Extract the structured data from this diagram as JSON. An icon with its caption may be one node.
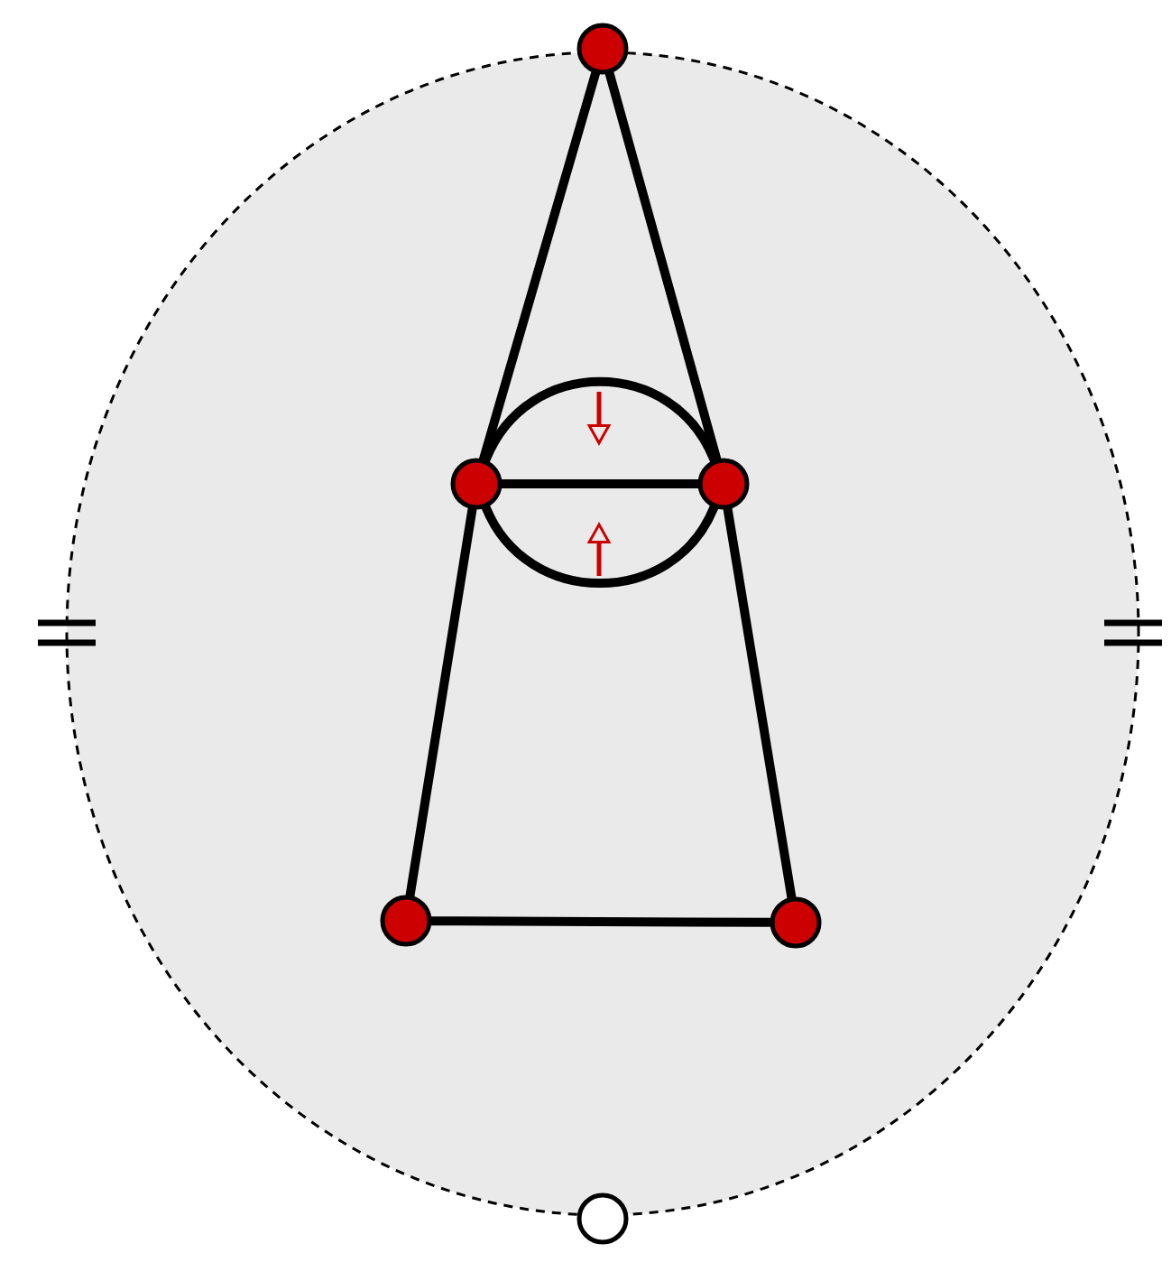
{
  "diagram": {
    "nodes": [
      {
        "text": [],
        "shape": "circle"
      },
      {
        "text": [],
        "shape": "circle"
      },
      {
        "text": [],
        "shape": "circle"
      },
      {
        "text": [],
        "shape": "circle"
      },
      {
        "text": [],
        "shape": "circle"
      },
      {
        "text": [],
        "shape": "circle"
      }
    ],
    "edges": [
      {
        "from": 0,
        "to": 1,
        "arrow": "none"
      },
      {
        "from": 0,
        "to": 2,
        "arrow": "none"
      },
      {
        "from": 1,
        "to": 2,
        "arrow": "none"
      },
      {
        "from": 1,
        "to": 2,
        "arrow": "none"
      },
      {
        "from": 1,
        "to": 2,
        "arrow": "none"
      },
      {
        "from": 1,
        "to": 3,
        "arrow": "none"
      },
      {
        "from": 2,
        "to": 4,
        "arrow": "none"
      },
      {
        "from": 3,
        "to": 4,
        "arrow": "none"
      }
    ]
  }
}
